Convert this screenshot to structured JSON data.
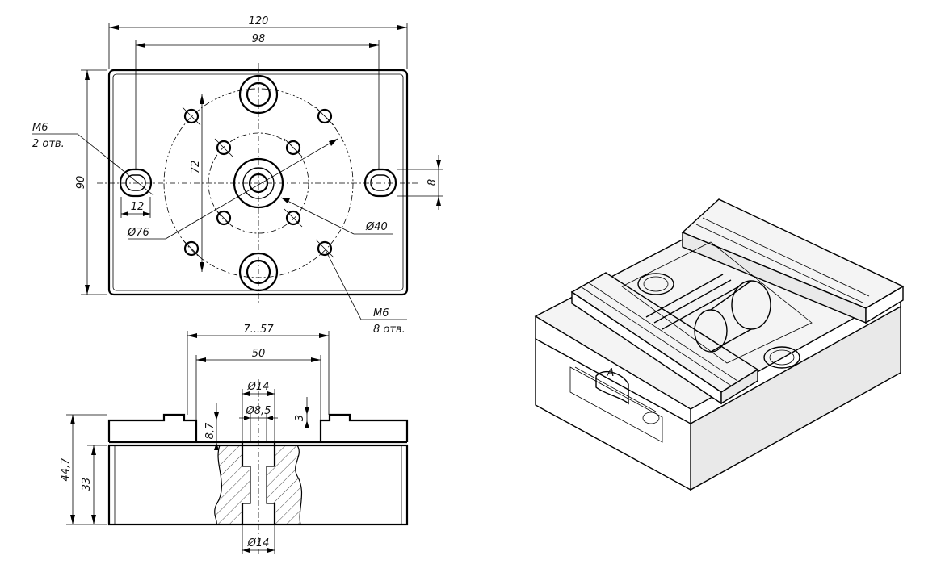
{
  "top_view": {
    "dim_overall_width": "120",
    "dim_slot_spacing": "98",
    "dim_overall_height": "90",
    "dim_inner_height": "72",
    "dim_slot_width": "8",
    "dim_slot_length": "12",
    "dim_bolt_circle": "Ø76",
    "dim_center_circle": "Ø40",
    "note_slot_thread": "M6",
    "note_slot_count": "2 отв.",
    "note_hole_thread": "M6",
    "note_hole_count": "8 отв."
  },
  "section_view": {
    "dim_jaw_range": "7...57",
    "dim_jaw_width": "50",
    "dim_bore_top": "Ø14",
    "dim_bore_mid": "Ø8,5",
    "dim_step": "3",
    "dim_recess": "8,7",
    "dim_total_height": "44,7",
    "dim_base_height": "33",
    "dim_bore_bottom": "Ø14"
  },
  "iso_view": {
    "label_a": "A"
  }
}
